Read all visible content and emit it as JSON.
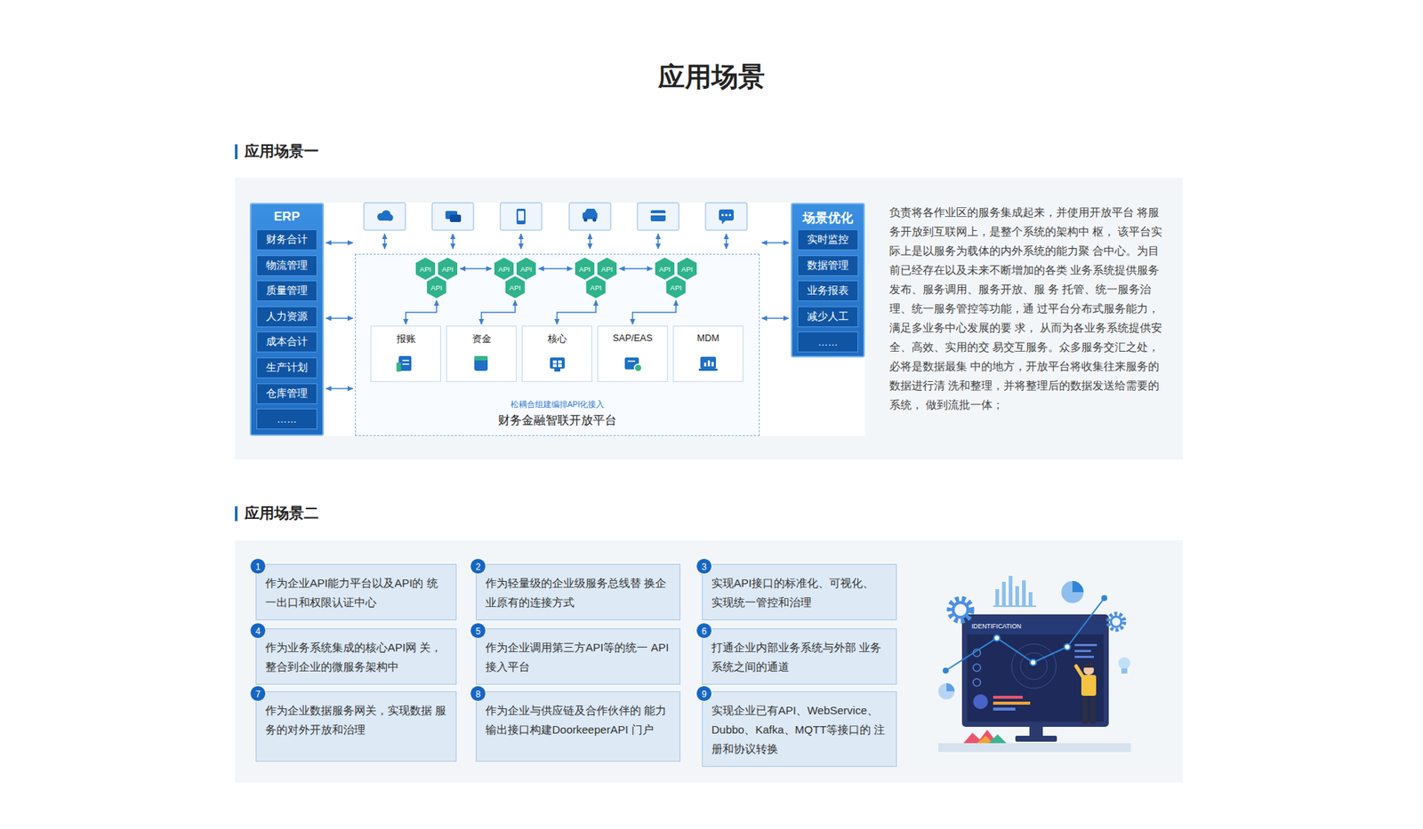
{
  "diagram": {
    "title": "应用场景",
    "nodes": [
      {
        "text": [
          "ERP"
        ]
      },
      {
        "text": [
          "财务合计"
        ],
        "in": 0
      },
      {
        "text": [
          "物流管理"
        ],
        "in": 0
      },
      {
        "text": [
          "质量管理"
        ],
        "in": 0
      },
      {
        "text": [
          "人力资源"
        ],
        "in": 0
      },
      {
        "text": [
          "成本合计"
        ],
        "in": 0
      },
      {
        "text": [
          "生产计划"
        ],
        "in": 0
      },
      {
        "text": [
          "仓库管理"
        ],
        "in": 0
      },
      {
        "text": [
          "……"
        ],
        "in": 0
      },
      {
        "text": [
          "松耦合组建编排API化接入",
          "财务金融智联开放平台"
        ]
      },
      {
        "text": [
          "API"
        ],
        "in": 9
      },
      {
        "text": [
          "API"
        ],
        "in": 9
      },
      {
        "text": [
          "API"
        ],
        "in": 9
      },
      {
        "text": [
          "API"
        ],
        "in": 9
      },
      {
        "text": [
          "API"
        ],
        "in": 9
      },
      {
        "text": [
          "API"
        ],
        "in": 9
      },
      {
        "text": [
          "API"
        ],
        "in": 9
      },
      {
        "text": [
          "API"
        ],
        "in": 9
      },
      {
        "text": [
          "API"
        ],
        "in": 9
      },
      {
        "text": [
          "API"
        ],
        "in": 9
      },
      {
        "text": [
          "API"
        ],
        "in": 9
      },
      {
        "text": [
          "API"
        ],
        "in": 9
      },
      {
        "text": [
          "报账"
        ],
        "in": 9
      },
      {
        "text": [
          "资金"
        ],
        "in": 9
      },
      {
        "text": [
          "核心"
        ],
        "in": 9
      },
      {
        "text": [
          "SAP/EAS"
        ],
        "in": 9
      },
      {
        "text": [
          "MDM"
        ],
        "in": 9
      },
      {
        "text": [
          "场景优化"
        ]
      },
      {
        "text": [
          "实时监控"
        ],
        "in": 27
      },
      {
        "text": [
          "数据管理"
        ],
        "in": 27
      },
      {
        "text": [
          "业务报表"
        ],
        "in": 27
      },
      {
        "text": [
          "减少人工"
        ],
        "in": 27
      },
      {
        "text": [
          "……"
        ],
        "in": 27
      },
      {
        "text": [
          "1",
          "作为企业API能力平台以及API的 统一出口和权限认证中心"
        ]
      },
      {
        "text": [
          "2",
          "作为轻量级的企业级服务总线替 换企业原有的连接方式"
        ]
      },
      {
        "text": [
          "3",
          "实现API接口的标准化、可视化、 实现统一管控和治理"
        ]
      },
      {
        "text": [
          "4",
          "作为业务系统集成的核心API网 关，整合到企业的微服务架构中"
        ]
      },
      {
        "text": [
          "5",
          "作为企业调用第三方API等的统一 API接入平台"
        ]
      },
      {
        "text": [
          "6",
          "打通企业内部业务系统与外部 业务系统之间的通道"
        ]
      },
      {
        "text": [
          "7",
          "作为企业数据服务网关，实现数据 服务的对外开放和治理"
        ]
      },
      {
        "text": [
          "8",
          "作为企业与供应链及合作伙伴的 能力输出接口构建DoorkeeperAPI 门户"
        ]
      },
      {
        "text": [
          "9",
          "实现企业已有API、WebService、 Dubbo、Kafka、MQTT等接口的 注册和协议转换"
        ]
      }
    ],
    "edges": [
      {
        "from": 0,
        "to": 9,
        "arrow": "both"
      },
      {
        "from": 0,
        "to": 9,
        "arrow": "both"
      },
      {
        "from": 0,
        "to": 9,
        "arrow": "both"
      },
      {
        "from": 9,
        "to": 27,
        "arrow": "both"
      },
      {
        "from": 9,
        "to": 27,
        "arrow": "both"
      },
      {
        "from": 11,
        "to": 13,
        "arrow": "both"
      },
      {
        "from": 14,
        "to": 16,
        "arrow": "both"
      },
      {
        "from": 17,
        "to": 19,
        "arrow": "both"
      },
      {
        "from": 12,
        "to": 22,
        "arrow": "both"
      },
      {
        "from": 15,
        "to": 23,
        "arrow": "both"
      },
      {
        "from": 18,
        "to": 24,
        "arrow": "both"
      },
      {
        "from": 21,
        "to": 25,
        "arrow": "both"
      }
    ],
    "labels": [
      "应用场景一",
      "应用场景二",
      "负责将各作业区的服务集成起来，并使用开放平台 将服务开放到互联网上，是整个系统的架构中 枢， 该平台实际上是以服务为载体的内外系统的能力聚 合中心。为目前已经存在以及未来不断增加的各类 业务系统提供服务发布、服务调用、服务开放、服 务 托管、统一服务治理、统一服务管控等功能，通 过平台分布式服务能力，满足多业务中心发展的要 求， 从而为各业务系统提供安全、高效、实用的交 易交互服务。众多服务交汇之处，必将是数据最集 中的地方，开放平台将收集往来服务的数据进行清 洗和整理，并将整理后的数据发送给需要的系统， 做到流批一体；",
      "IDENTIFICATION"
    ]
  }
}
